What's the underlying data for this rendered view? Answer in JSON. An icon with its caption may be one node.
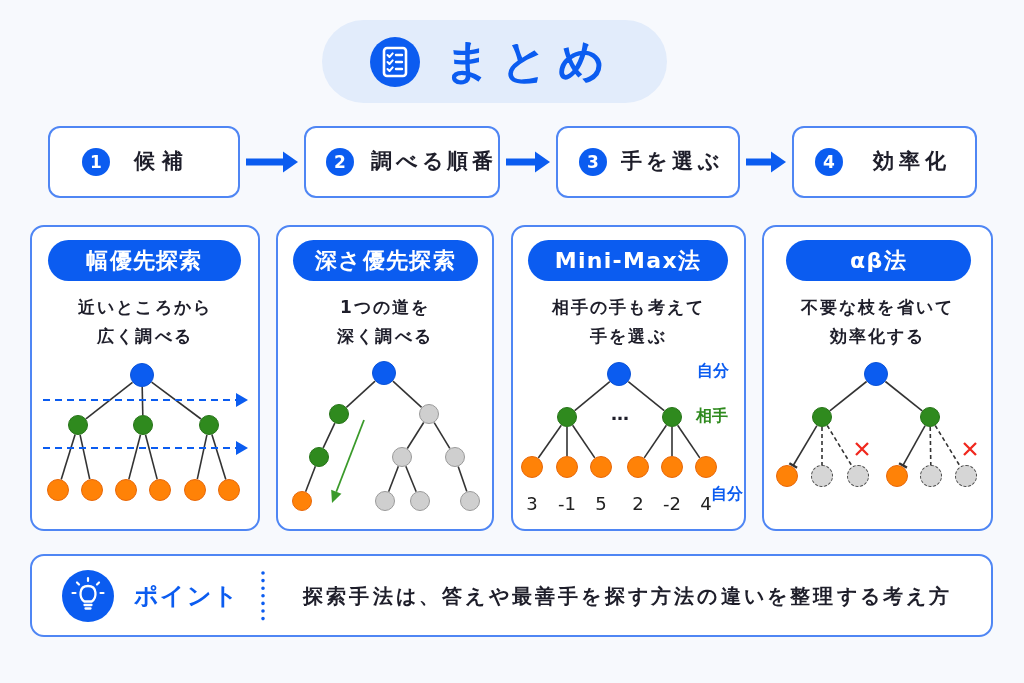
{
  "diagram": {
    "title": "まとめ",
    "nodes": [
      {
        "text": [
          "1",
          "候補"
        ]
      },
      {
        "text": [
          "2",
          "調べる順番"
        ]
      },
      {
        "text": [
          "3",
          "手を選ぶ"
        ]
      },
      {
        "text": [
          "4",
          "効率化"
        ]
      },
      {
        "text": [
          "幅優先探索",
          "近いところから広く調べる"
        ]
      },
      {
        "text": [],
        "shape": "circle",
        "in": 4
      },
      {
        "text": [],
        "shape": "circle",
        "in": 4
      },
      {
        "text": [],
        "shape": "circle",
        "in": 4
      },
      {
        "text": [],
        "shape": "circle",
        "in": 4
      },
      {
        "text": [],
        "shape": "circle",
        "in": 4
      },
      {
        "text": [],
        "shape": "circle",
        "in": 4
      },
      {
        "text": [],
        "shape": "circle",
        "in": 4
      },
      {
        "text": [],
        "shape": "circle",
        "in": 4
      },
      {
        "text": [],
        "shape": "circle",
        "in": 4
      },
      {
        "text": [],
        "shape": "circle",
        "in": 4
      },
      {
        "text": [
          "深さ優先探索",
          "1つの道を深く調べる"
        ]
      },
      {
        "text": [],
        "shape": "circle",
        "in": 15
      },
      {
        "text": [],
        "shape": "circle",
        "in": 15
      },
      {
        "text": [],
        "shape": "circle",
        "in": 15
      },
      {
        "text": [],
        "shape": "circle",
        "in": 15
      },
      {
        "text": [],
        "shape": "circle",
        "in": 15
      },
      {
        "text": [],
        "shape": "circle",
        "in": 15
      },
      {
        "text": [],
        "shape": "circle",
        "in": 15
      },
      {
        "text": [],
        "shape": "circle",
        "in": 15
      },
      {
        "text": [],
        "shape": "circle",
        "in": 15
      },
      {
        "text": [],
        "shape": "circle",
        "in": 15
      },
      {
        "text": [
          "Mini-Max法",
          "相手の手も考えて手を選ぶ"
        ]
      },
      {
        "text": [],
        "shape": "circle",
        "in": 26
      },
      {
        "text": [],
        "shape": "circle",
        "in": 26
      },
      {
        "text": [],
        "shape": "circle",
        "in": 26
      },
      {
        "text": [],
        "shape": "circle",
        "in": 26,
        "beside": [
          "3"
        ]
      },
      {
        "text": [],
        "shape": "circle",
        "in": 26,
        "beside": [
          "-1"
        ]
      },
      {
        "text": [],
        "shape": "circle",
        "in": 26,
        "beside": [
          "5"
        ]
      },
      {
        "text": [],
        "shape": "circle",
        "in": 26,
        "beside": [
          "2"
        ]
      },
      {
        "text": [],
        "shape": "circle",
        "in": 26,
        "beside": [
          "-2"
        ]
      },
      {
        "text": [],
        "shape": "circle",
        "in": 26,
        "beside": [
          "4"
        ]
      },
      {
        "text": [
          "αβ法",
          "不要な枝を省いて効率化する"
        ]
      },
      {
        "text": [],
        "shape": "circle",
        "in": 36
      },
      {
        "text": [],
        "shape": "circle",
        "in": 36
      },
      {
        "text": [],
        "shape": "circle",
        "in": 36
      },
      {
        "text": [],
        "shape": "circle",
        "in": 36
      },
      {
        "text": [],
        "shape": "circle",
        "in": 36
      },
      {
        "text": [],
        "shape": "circle",
        "in": 36
      },
      {
        "text": [],
        "shape": "circle",
        "in": 36
      },
      {
        "text": [],
        "shape": "circle",
        "in": 36
      },
      {
        "text": [],
        "shape": "circle",
        "in": 36
      },
      {
        "text": [
          "ポイント",
          "探索手法は、答えや最善手を探す方法の違いを整理する考え方"
        ]
      }
    ],
    "edges": [
      {
        "from": 0,
        "to": 1,
        "arrow": "to",
        "style": "thick",
        "color": "#0b5cf0"
      },
      {
        "from": 1,
        "to": 2,
        "arrow": "to",
        "style": "thick",
        "color": "#0b5cf0"
      },
      {
        "from": 2,
        "to": 3,
        "arrow": "to",
        "style": "thick",
        "color": "#0b5cf0"
      },
      {
        "from": 5,
        "to": 6,
        "arrow": "none"
      },
      {
        "from": 5,
        "to": 7,
        "arrow": "none"
      },
      {
        "from": 5,
        "to": 8,
        "arrow": "none"
      },
      {
        "from": 6,
        "to": 9,
        "arrow": "none"
      },
      {
        "from": 6,
        "to": 10,
        "arrow": "none"
      },
      {
        "from": 7,
        "to": 11,
        "arrow": "none"
      },
      {
        "from": 7,
        "to": 12,
        "arrow": "none"
      },
      {
        "from": 8,
        "to": 13,
        "arrow": "none"
      },
      {
        "from": 8,
        "to": 14,
        "arrow": "none"
      },
      {
        "from": 16,
        "to": 17,
        "arrow": "none"
      },
      {
        "from": 16,
        "to": 18,
        "arrow": "none"
      },
      {
        "from": 17,
        "to": 19,
        "arrow": "none"
      },
      {
        "from": 18,
        "to": 20,
        "arrow": "none"
      },
      {
        "from": 18,
        "to": 21,
        "arrow": "none"
      },
      {
        "from": 19,
        "to": 22,
        "arrow": "none"
      },
      {
        "from": 20,
        "to": 23,
        "arrow": "none"
      },
      {
        "from": 20,
        "to": 24,
        "arrow": "none"
      },
      {
        "from": 21,
        "to": 25,
        "arrow": "none"
      },
      {
        "from": 27,
        "to": 28,
        "arrow": "none"
      },
      {
        "from": 27,
        "to": 29,
        "arrow": "none"
      },
      {
        "from": 28,
        "to": 30,
        "arrow": "none"
      },
      {
        "from": 28,
        "to": 31,
        "arrow": "none"
      },
      {
        "from": 28,
        "to": 32,
        "arrow": "none"
      },
      {
        "from": 29,
        "to": 33,
        "arrow": "none"
      },
      {
        "from": 29,
        "to": 34,
        "arrow": "none"
      },
      {
        "from": 29,
        "to": 35,
        "arrow": "none"
      },
      {
        "from": 37,
        "to": 38,
        "arrow": "none"
      },
      {
        "from": 37,
        "to": 39,
        "arrow": "none"
      },
      {
        "from": 38,
        "to": 40,
        "arrow": "other"
      },
      {
        "from": 38,
        "to": 41,
        "arrow": "none",
        "style": "dashed"
      },
      {
        "from": 38,
        "to": 42,
        "arrow": "none",
        "style": "dashed"
      },
      {
        "from": 39,
        "to": 43,
        "arrow": "other"
      },
      {
        "from": 39,
        "to": 44,
        "arrow": "none",
        "style": "dashed"
      },
      {
        "from": 39,
        "to": 45,
        "arrow": "none",
        "style": "dashed"
      }
    ],
    "labels": [
      "自分",
      "…",
      "相手",
      "自分"
    ]
  }
}
